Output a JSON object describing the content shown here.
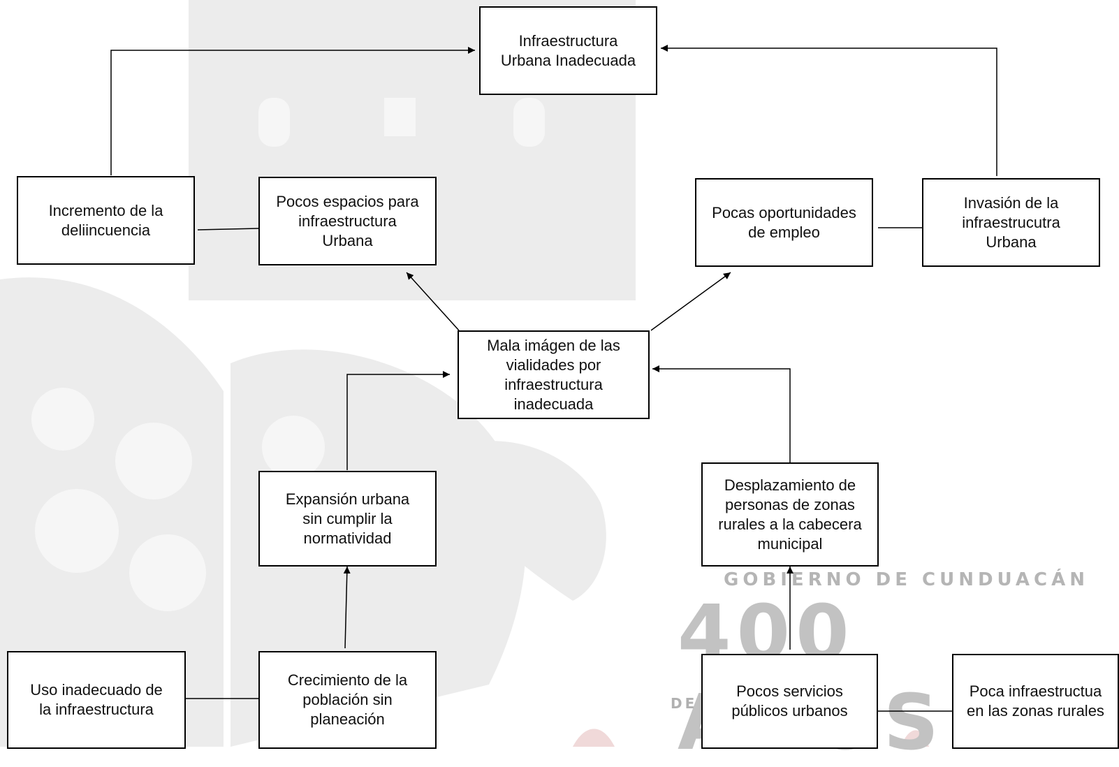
{
  "nodes": {
    "infra_urbana": "Infraestructura\nUrbana Inadecuada",
    "incremento": "Incremento de la\ndeliincuencia",
    "pocos_espacios": "Pocos espacios para\ninfraestructura\nUrbana",
    "pocas_oportunidades": "Pocas oportunidades\nde empleo",
    "invasion": "Invasión de la\ninfraestrucutra\nUrbana",
    "mala_imagen": "Mala imágen de las\nvialidades por\ninfraestructura\ninadecuada",
    "expansion": "Expansión urbana\nsin cumplir la\nnormatividad",
    "desplazamiento": "Desplazamiento de\npersonas de zonas\nrurales a la cabecera\nmunicipal",
    "uso_inadecuado": "Uso inadecuado de\nla infraestructura",
    "crecimiento": "Crecimiento de la\npoblación sin\nplaneación",
    "pocos_servicios": "Pocos servicios\npúblicos urbanos",
    "poca_infra": "Poca infraestructua\nen las zonas rurales"
  },
  "watermark": {
    "line1": "GOBIERNO DE CUNDUACÁN",
    "line2": "400 AÑOS",
    "line3": "DE HISTORIA"
  },
  "colors": {
    "line": "#000000",
    "watermark": "#c8c8c8"
  }
}
